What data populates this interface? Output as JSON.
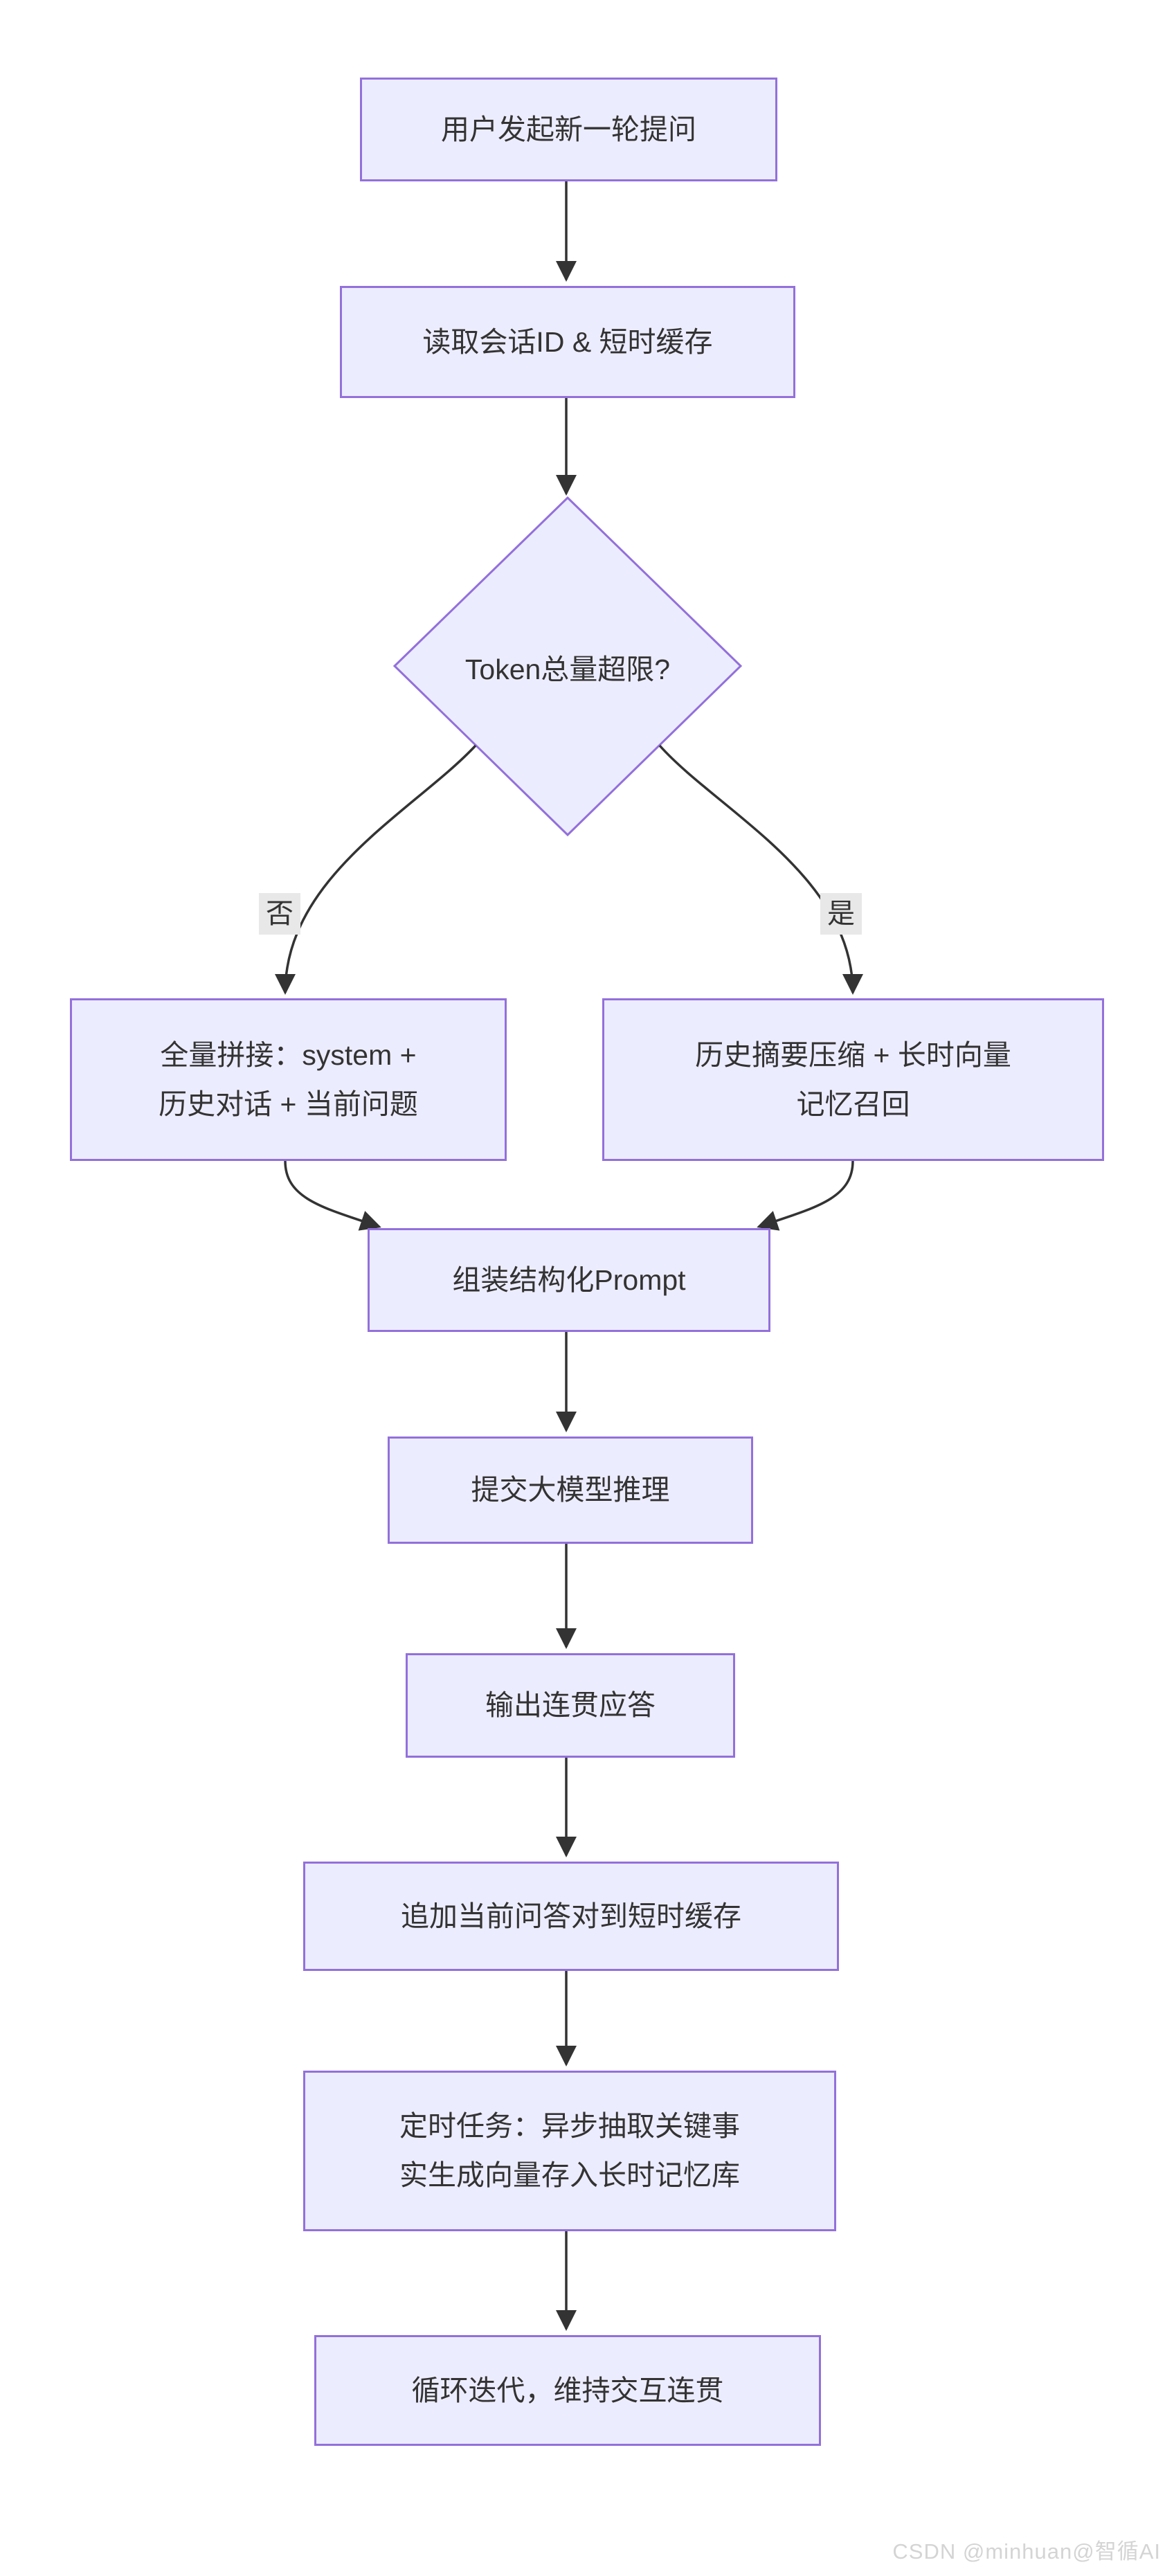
{
  "diagram": {
    "title_hint": "对话记忆管理流程图",
    "nodes": {
      "start": {
        "label": "用户发起新一轮提问"
      },
      "read_session": {
        "label": "读取会话ID & 短时缓存"
      },
      "token_check": {
        "label": "Token总量超限?"
      },
      "full_concat": {
        "label": "全量拼接：system +\n历史对话 + 当前问题"
      },
      "summary_recall": {
        "label": "历史摘要压缩 + 长时向量\n记忆召回"
      },
      "assemble_prompt": {
        "label": "组装结构化Prompt"
      },
      "submit_llm": {
        "label": "提交大模型推理"
      },
      "output_answer": {
        "label": "输出连贯应答"
      },
      "append_cache": {
        "label": "追加当前问答对到短时缓存"
      },
      "scheduled_task": {
        "label": "定时任务：异步抽取关键事\n实生成向量存入长时记忆库"
      },
      "loop": {
        "label": "循环迭代，维持交互连贯"
      }
    },
    "edge_labels": {
      "no": "否",
      "yes": "是"
    },
    "colors": {
      "node_fill": "#ECECFF",
      "node_border": "#9370DB",
      "edge": "#333333",
      "text": "#333333",
      "edge_label_bg": "#e8e8e8",
      "background": "#ffffff",
      "watermark": "#d4d4d4"
    }
  },
  "watermark": {
    "text": "CSDN @minhuan@智循AI"
  }
}
